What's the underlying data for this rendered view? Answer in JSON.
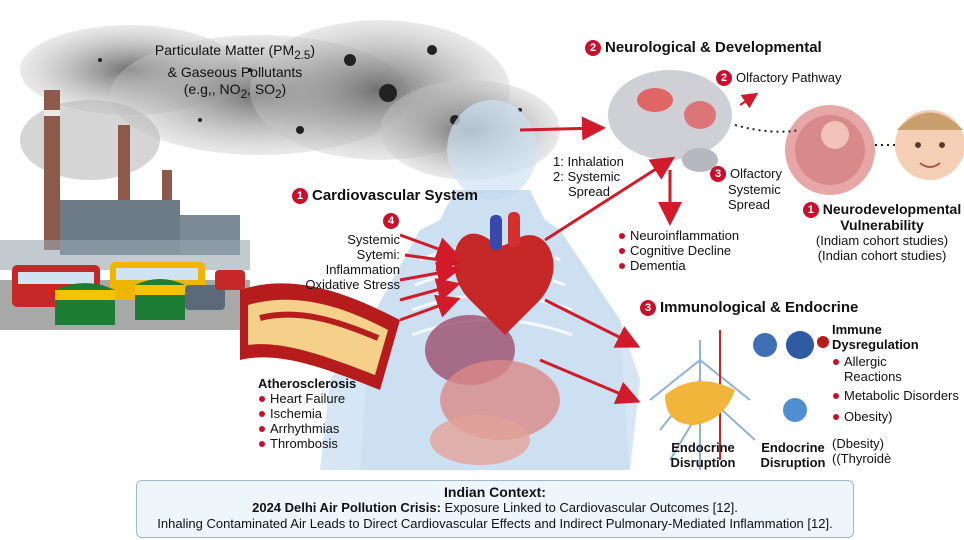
{
  "pollutants": {
    "line1": "Particulate Matter (PM",
    "line1_sub": "2.5",
    "line1_end": ")",
    "line2": "& Gaseous Pollutants",
    "line3_a": "(e.g,, NO",
    "line3_sub1": "2",
    "line3_b": ", SO",
    "line3_sub2": "2",
    "line3_c": ")"
  },
  "cardio": {
    "num": "1",
    "title": "Cardiovascular System",
    "badge": "4",
    "effects": [
      "Systemic",
      "Sytemi: Inflammation",
      "Oxidative Stress"
    ]
  },
  "inhalation": {
    "line1": "1: Inhalation",
    "line2": "2: Systemic",
    "line3": "Spread"
  },
  "neuro": {
    "num": "2",
    "title": "Neurological & Developmental",
    "olfactory_num": "2",
    "olfactory": "Olfactory Pathway",
    "systemic_num": "3",
    "systemic": [
      "Olfactory",
      "Systemic",
      "Spread"
    ],
    "effects": [
      "Neuroinflammation",
      "Cognitive Decline",
      "Dementia"
    ]
  },
  "neurodev": {
    "num": "1",
    "title1": "Neurodevelopmental",
    "title2": "Vulnerability",
    "notes": [
      "(Indiam cohort studies)",
      "(Indian cohort studies)"
    ]
  },
  "athero": {
    "title": "Atherosclerosis",
    "items": [
      "Heart Failure",
      "Ischemia",
      "Arrhythmias",
      "Thrombosis"
    ]
  },
  "immuno": {
    "num": "3",
    "title": "Immunological & Endocrine",
    "immune_title1": "Immune",
    "immune_title2": "Dysregulation",
    "immune_items": [
      "Allergic Reactions",
      "Metabolic Disorders",
      "Obesity)"
    ],
    "extra1": "(Dbesity)",
    "extra2": "((Thyroidè",
    "endocrine1": [
      "Endocrine",
      "Disruption"
    ],
    "endocrine2": [
      "Endocrine",
      "Disruption"
    ]
  },
  "context": {
    "title": "Indian Context:",
    "line2_bold": "2024 Delhi Air Pollution Crisis:",
    "line2_rest": " Exposure Linked to Cardiovascular Outcomes [12].",
    "line3": "Inhaling Contaminated Air Leads to Direct Cardiovascular Effects and Indirect Pulmonary-Mediated Inflammation [12]."
  },
  "colors": {
    "accent": "#c8102e",
    "smoke": "#8a8a8a",
    "body": "#bcd6ec",
    "heart": "#c62828",
    "context_bg": "#eef5fb"
  }
}
